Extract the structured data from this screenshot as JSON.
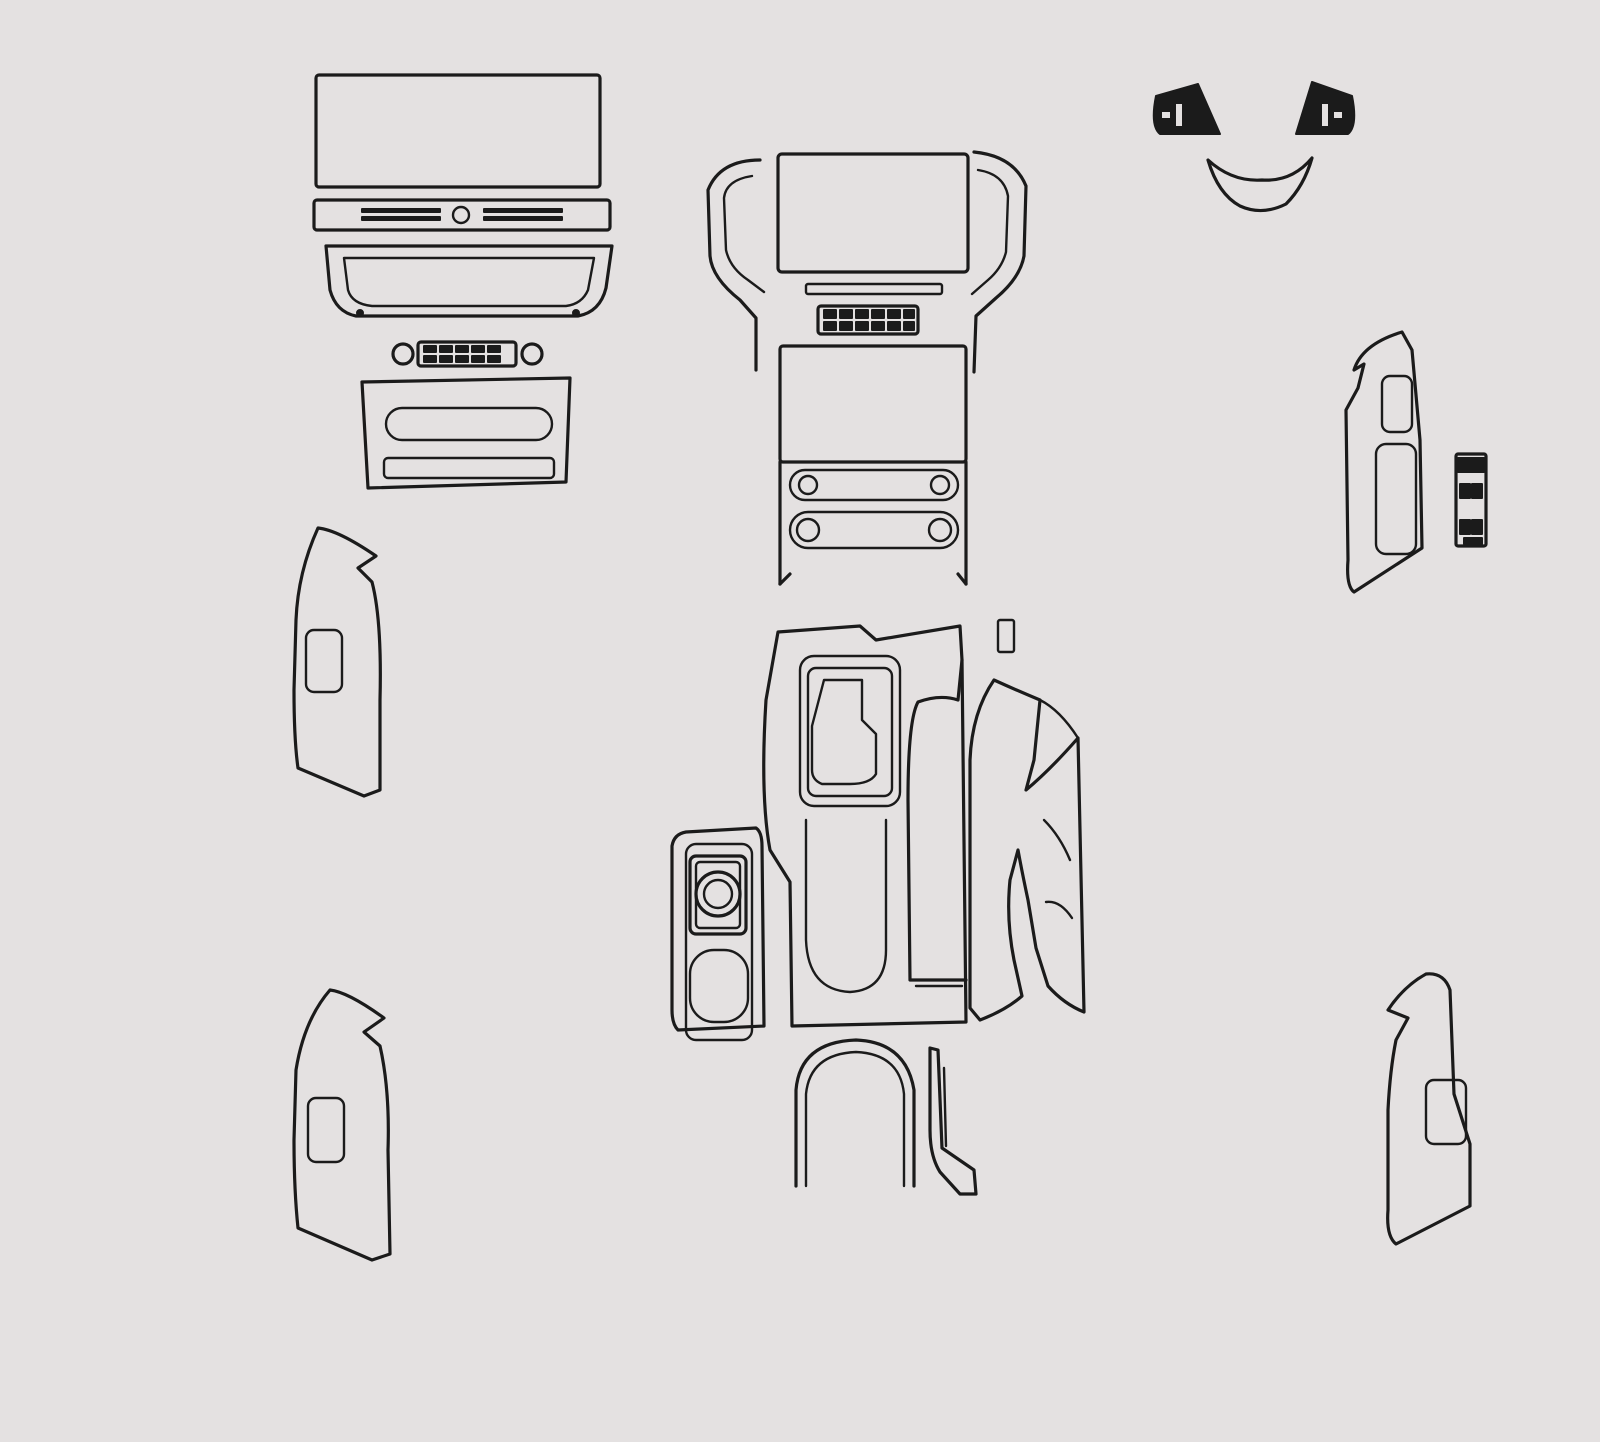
{
  "sheet": {
    "background_color": "#e4e1e1",
    "line_color": "#1b1b1b"
  },
  "pieces": [
    {
      "id": "dash-screen-bezel",
      "icon": "display-bezel-outline"
    },
    {
      "id": "dash-vent-strip",
      "icon": "vent-strip-outline"
    },
    {
      "id": "dash-lower-frame",
      "icon": "trim-frame-outline"
    },
    {
      "id": "climate-button-strip",
      "icon": "button-strip-outline"
    },
    {
      "id": "climate-control-panel",
      "icon": "control-panel-outline"
    },
    {
      "id": "center-stack-surround",
      "icon": "center-stack-outline"
    },
    {
      "id": "steering-wheel-trims",
      "icon": "steering-trim-outline"
    },
    {
      "id": "door-switch-panel-front-left",
      "icon": "door-panel-outline"
    },
    {
      "id": "door-switch-panel-front-right",
      "icon": "door-panel-outline"
    },
    {
      "id": "window-switch-bank",
      "icon": "switch-bank-outline"
    },
    {
      "id": "center-console-shifter-panel",
      "icon": "console-outline"
    },
    {
      "id": "console-cupholder-panel",
      "icon": "cupholder-outline"
    },
    {
      "id": "console-side-trims",
      "icon": "side-trim-outline"
    },
    {
      "id": "console-rear-arch",
      "icon": "arch-trim-outline"
    },
    {
      "id": "door-switch-panel-rear-left",
      "icon": "door-panel-outline"
    },
    {
      "id": "door-switch-panel-rear-right",
      "icon": "door-panel-outline"
    }
  ]
}
